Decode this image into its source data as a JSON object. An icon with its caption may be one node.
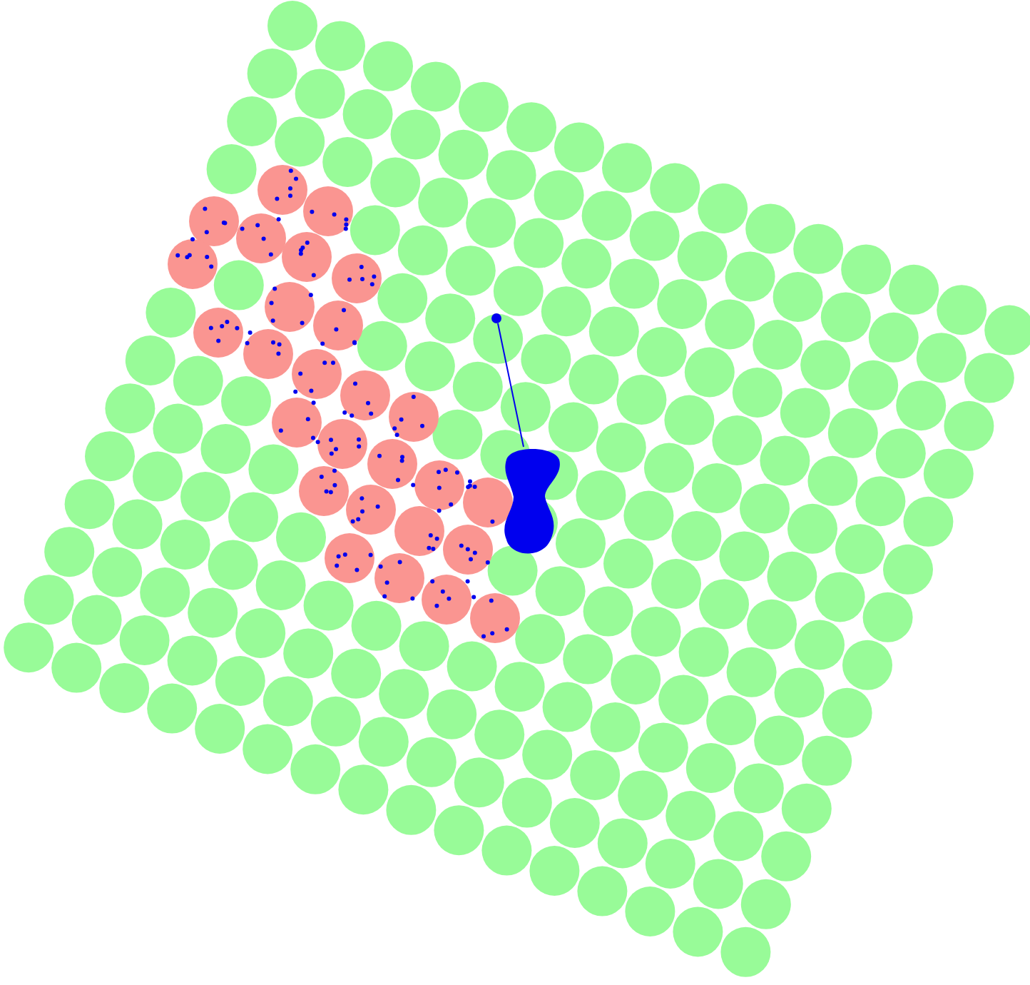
{
  "diagram": {
    "nodes": [
      {
        "text": [],
        "shape": "circle"
      },
      {
        "text": [],
        "shape": "blob"
      }
    ],
    "edges": [
      {
        "from": 0,
        "to": 1,
        "arrow": "none"
      }
    ]
  }
}
